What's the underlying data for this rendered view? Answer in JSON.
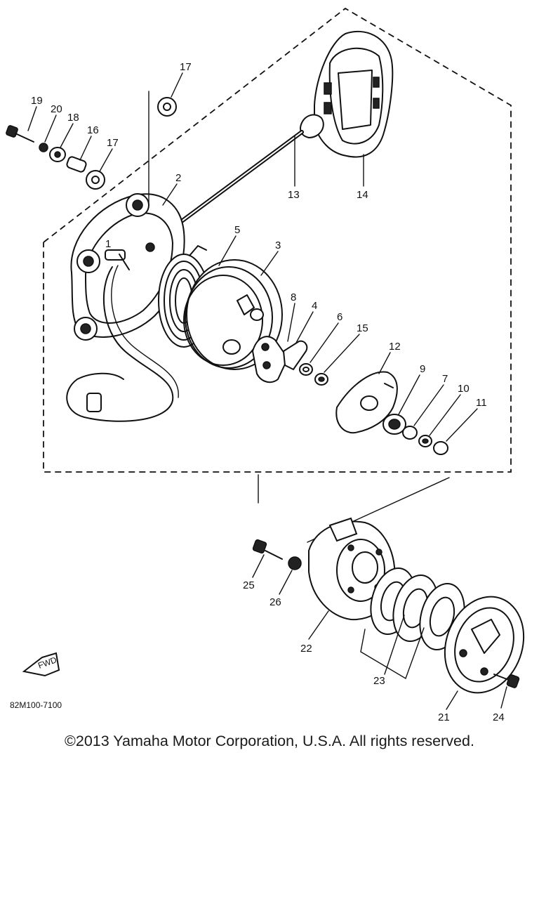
{
  "diagram": {
    "drawing_code": "82M100-7100",
    "fwd_badge": "FWD",
    "callouts": [
      "1",
      "2",
      "3",
      "4",
      "5",
      "6",
      "7",
      "8",
      "9",
      "10",
      "11",
      "12",
      "13",
      "14",
      "15",
      "16",
      "17",
      "18",
      "19",
      "20",
      "21",
      "22",
      "23",
      "24",
      "25",
      "26"
    ]
  },
  "footer": {
    "copyright": "©2013 Yamaha Motor Corporation, U.S.A. All rights reserved."
  }
}
